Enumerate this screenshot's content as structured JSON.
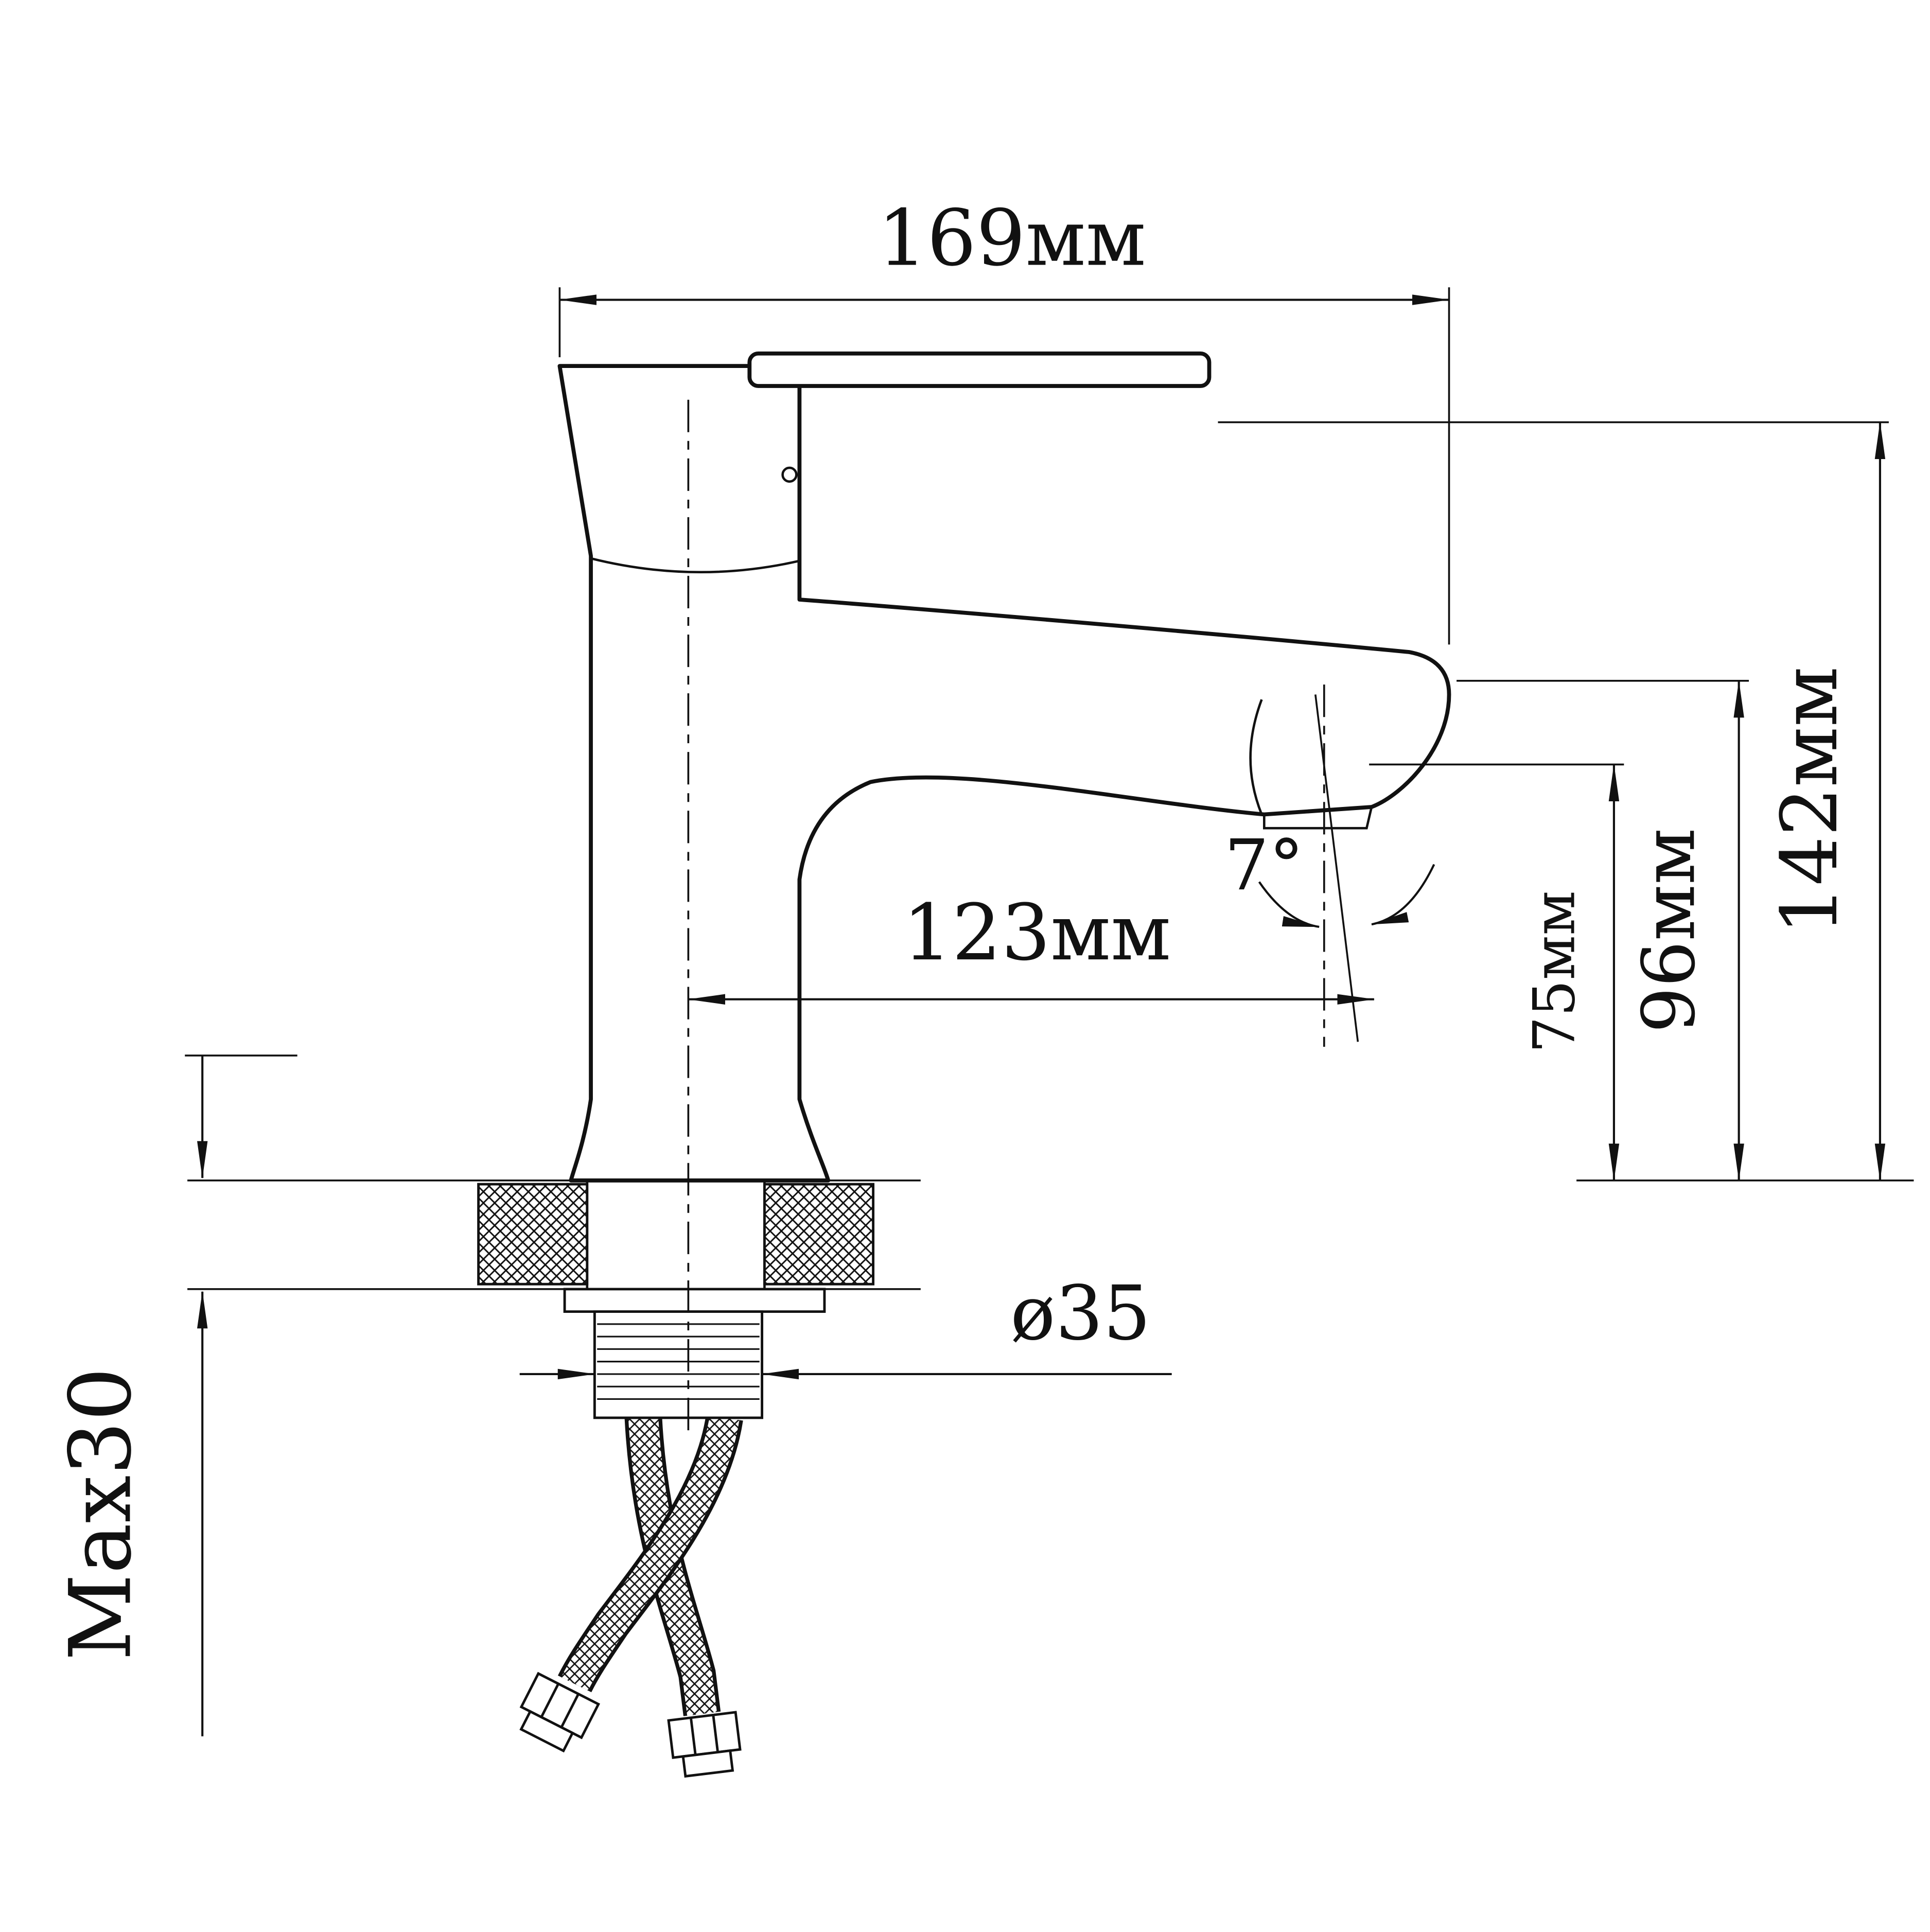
{
  "drawing": {
    "type": "faucet-dimension-diagram",
    "labels": {
      "overall_width": "169мм",
      "total_height": "142мм",
      "spout_top_height": "96мм",
      "outlet_height": "75мм",
      "spout_reach": "123мм",
      "spout_angle": "7°",
      "mounting_hole_diameter": "ø35",
      "max_deck_thickness": "Max30"
    },
    "colors": {
      "line": "#111111",
      "background": "#ffffff"
    }
  }
}
